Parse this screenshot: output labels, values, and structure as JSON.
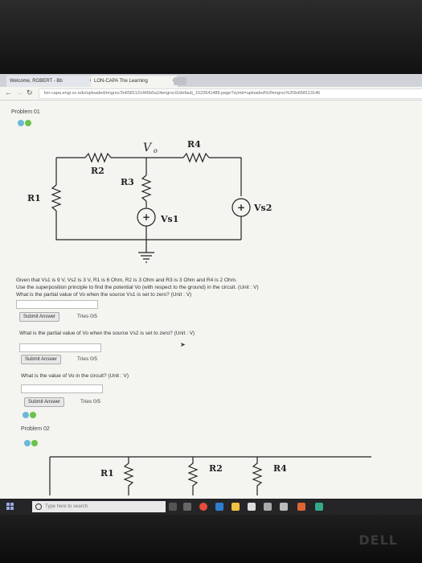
{
  "browser": {
    "tabs": [
      {
        "label": "Welcome, ROBERT - Bb"
      },
      {
        "label": "LON-CAPA The Learning"
      }
    ],
    "url": "lon-capa.engr.sc.edu/uploaded/engrsc/3n6581131466b5a1ltengrscl1/default_1523541488.page?symb=uploaded%2fengrsc%2f3n658113146"
  },
  "problem1": {
    "title": "Problem 01",
    "circuit_labels": {
      "vo": "V",
      "vo_sub": "o",
      "r1": "R1",
      "r2": "R2",
      "r3": "R3",
      "r4": "R4",
      "vs1": "Vs1",
      "vs2": "Vs2",
      "plus": "+",
      "minus": "−"
    },
    "given_lines": [
      "Given that Vs1 is 9 V, Vs2 is 3 V, R1 is 6 Ohm, R2 is 3 Ohm and R3 is 3 Ohm and R4 is 2 Ohm.",
      "Use the superposition principle to find the potential Vo (with respect to the ground) in the circuit. (Unit : V)",
      "What is the partial value of Vo when the source Vs1 is set to zero? (Unit : V)"
    ],
    "q2": "What is the partial value of Vo when the source Vs2 is set to zero? (Unit : V)",
    "q3": "What is the value of Vo in the circuit? (Unit : V)",
    "submit_label": "Submit Answer",
    "tries": "Tries 0/5"
  },
  "problem2": {
    "title": "Problem 02",
    "labels": {
      "r1": "R1",
      "r2": "R2",
      "r4": "R4"
    }
  },
  "taskbar": {
    "search_placeholder": "Type here to search"
  },
  "device_brand": "DELL"
}
